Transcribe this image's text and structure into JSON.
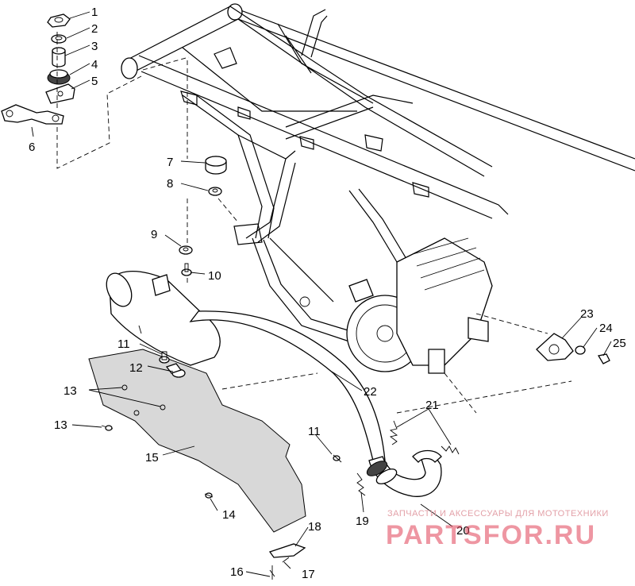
{
  "diagram": {
    "callouts": [
      "1",
      "2",
      "3",
      "4",
      "5",
      "6",
      "7",
      "8",
      "9",
      "10",
      "11",
      "12",
      "13",
      "13",
      "15",
      "14",
      "16",
      "17",
      "18",
      "19",
      "20",
      "21",
      "22",
      "23",
      "24",
      "25",
      "11"
    ]
  },
  "watermark": {
    "tagline": "ЗАПЧАСТИ И АКСЕССУАРЫ ДЛЯ МОТОТЕХНИКИ",
    "logo": "PARTSFOR.RU"
  }
}
